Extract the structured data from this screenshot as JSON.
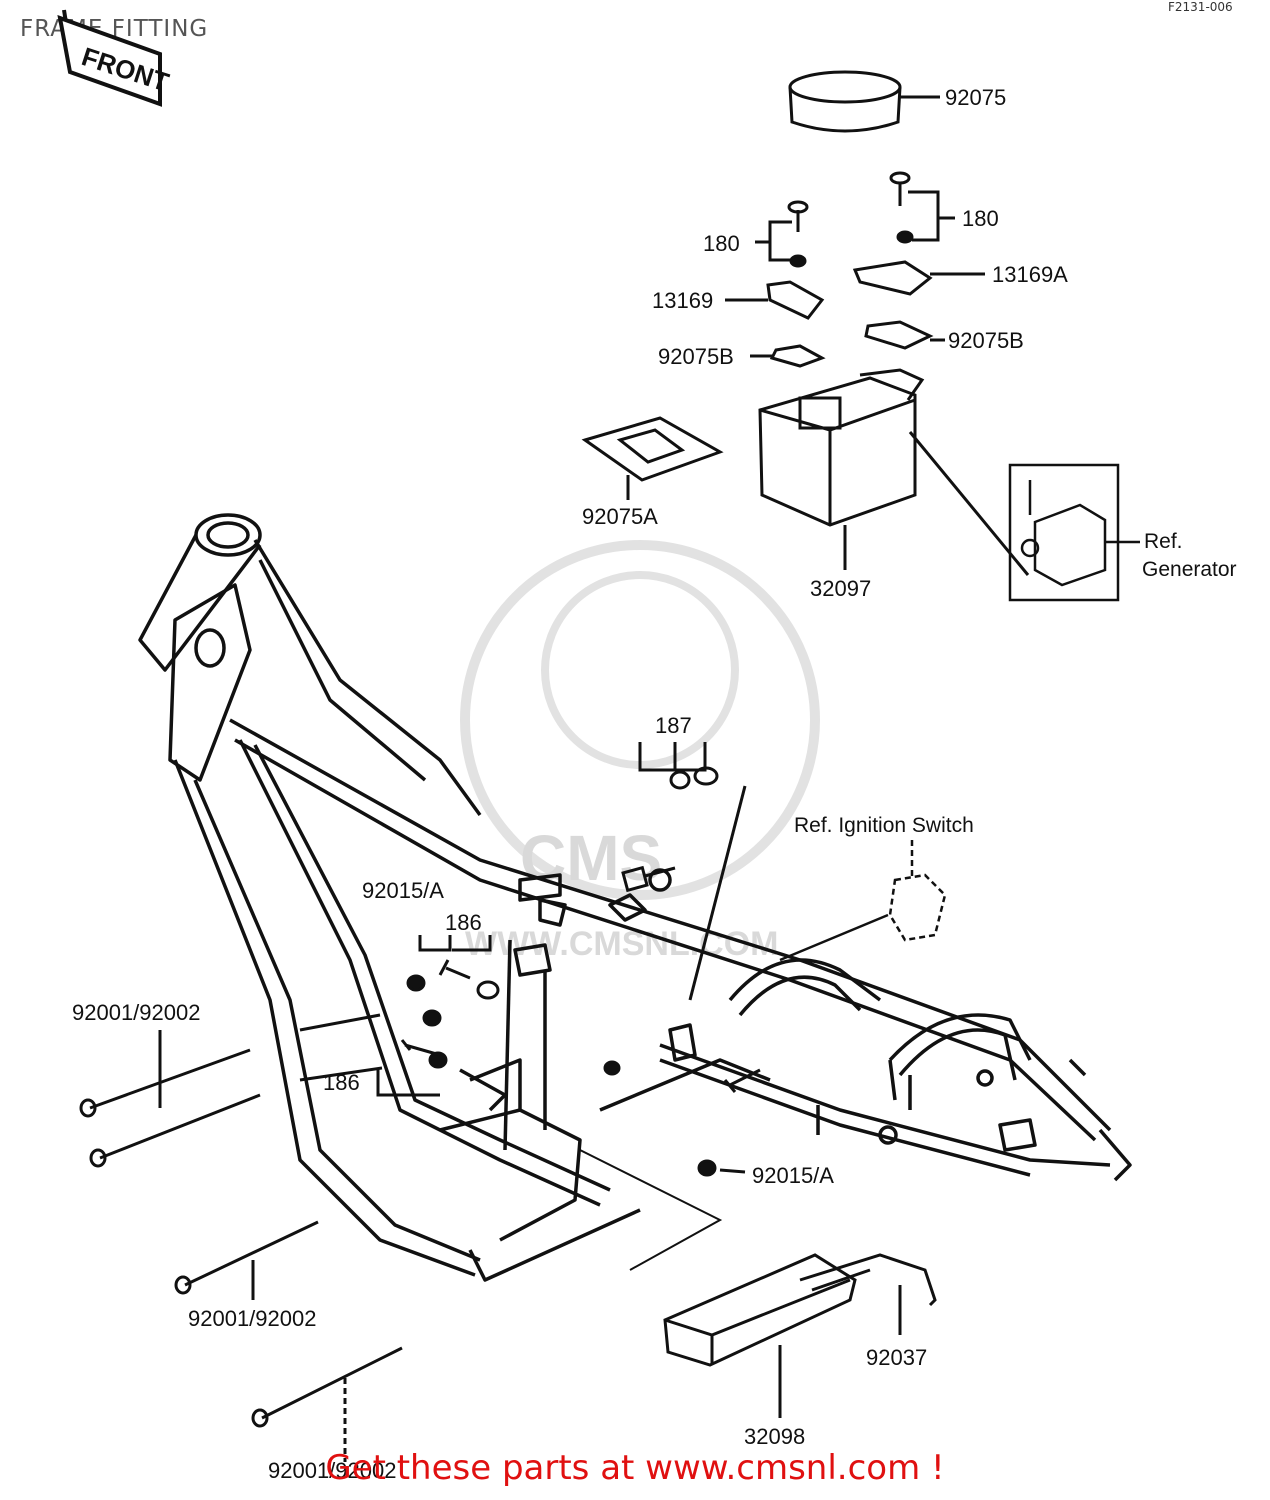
{
  "header": {
    "title": "FRAME FITTING",
    "diagram_code": "F2131-006"
  },
  "front_tag": "FRONT",
  "parts": [
    {
      "key": "band_top",
      "number": "92075"
    },
    {
      "key": "bolt_180_left",
      "number": "180"
    },
    {
      "key": "bolt_180_right",
      "number": "180"
    },
    {
      "key": "bracket_13169",
      "number": "13169"
    },
    {
      "key": "bracket_13169A",
      "number": "13169A"
    },
    {
      "key": "cushion_92075B_left",
      "number": "92075B"
    },
    {
      "key": "cushion_92075B_right",
      "number": "92075B"
    },
    {
      "key": "pad_92075A",
      "number": "92075A"
    },
    {
      "key": "case_32097",
      "number": "32097"
    },
    {
      "key": "bolt_187",
      "number": "187"
    },
    {
      "key": "nut_92015A_left",
      "number": "92015/A"
    },
    {
      "key": "bolt_186_top",
      "number": "186"
    },
    {
      "key": "bolt_186_bottom",
      "number": "186"
    },
    {
      "key": "bolt_92001_top",
      "number": "92001/92002"
    },
    {
      "key": "bolt_92001_mid",
      "number": "92001/92002"
    },
    {
      "key": "bolt_92001_bottom",
      "number": "92001/92002"
    },
    {
      "key": "nut_92015A_right",
      "number": "92015/A"
    },
    {
      "key": "bracket_92037",
      "number": "92037"
    },
    {
      "key": "cover_32098",
      "number": "32098"
    }
  ],
  "references": {
    "generator_line1": "Ref.",
    "generator_line2": "Generator",
    "ignition": "Ref. Ignition Switch"
  },
  "watermark": {
    "brand": "CMS",
    "url": "WWW.CMSNL.COM"
  },
  "footer": "Get these parts at www.cmsnl.com !",
  "colors": {
    "line": "#111111",
    "watermark": "#d9d9d9",
    "footer": "#e01010"
  }
}
